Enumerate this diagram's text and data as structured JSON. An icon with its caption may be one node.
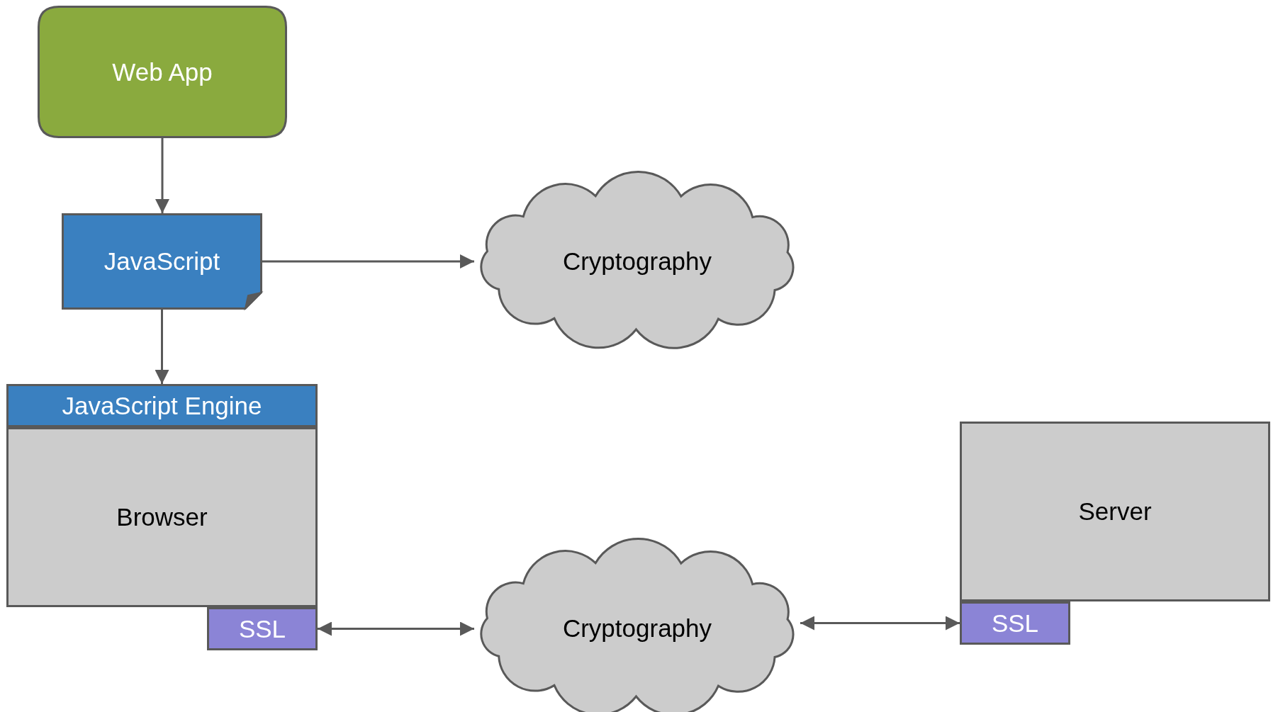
{
  "diagram": {
    "nodes": [
      {
        "text": [
          "Web App"
        ]
      },
      {
        "text": [
          "JavaScript"
        ]
      },
      {
        "text": [
          "Cryptography"
        ]
      },
      {
        "text": [
          "JavaScript Engine"
        ]
      },
      {
        "text": [
          "Browser"
        ]
      },
      {
        "text": [
          "Server"
        ]
      },
      {
        "text": [
          "SSL"
        ]
      },
      {
        "text": [
          "Cryptography"
        ]
      },
      {
        "text": [
          "SSL"
        ]
      }
    ],
    "edges": [
      {
        "from": 0,
        "to": 1,
        "arrow": "to"
      },
      {
        "from": 1,
        "to": 2,
        "arrow": "to"
      },
      {
        "from": 1,
        "to": 3,
        "arrow": "to"
      },
      {
        "from": 6,
        "to": 7,
        "arrow": "both"
      },
      {
        "from": 7,
        "to": 8,
        "arrow": "both"
      }
    ]
  }
}
